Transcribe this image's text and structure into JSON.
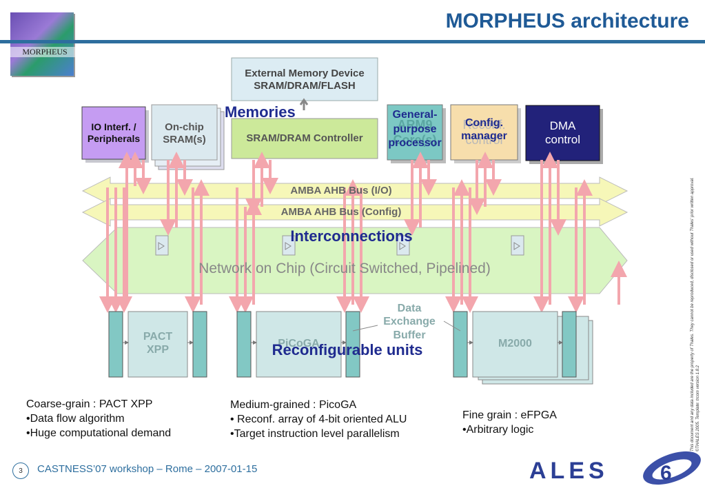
{
  "header": {
    "title": "MORPHEUS architecture",
    "logo_text": "MORPHEUS"
  },
  "memory": {
    "external_device": "External Memory Device",
    "external_types": "SRAM/DRAM/FLASH",
    "section_label": "Memories",
    "controller": "SRAM/DRAM Controller"
  },
  "blocks": {
    "io_line1": "IO Interf. /",
    "io_line2": "Peripherals",
    "sram_line1": "On-chip",
    "sram_line2": "SRAM(s)",
    "arm_bg_line1": "ARM9",
    "arm_bg_line2": "Core(s)",
    "gp_line1": "General-",
    "gp_line2": "purpose",
    "gp_line3": "processor",
    "reconf_bg_line1": "Reconf.",
    "reconf_bg_line2": "control",
    "config_line1": "Config.",
    "config_line2": "manager",
    "dma_line1": "DMA",
    "dma_line2": "control"
  },
  "buses": {
    "io_bus": "AMBA AHB Bus (I/O)",
    "config_bus": "AMBA AHB Bus (Config)",
    "interconnections": "Interconnections",
    "noc": "Network on Chip (Circuit Switched, Pipelined)"
  },
  "units": {
    "pact_line1": "PACT",
    "pact_line2": "XPP",
    "picoga": "PiCoGA",
    "m2000": "M2000",
    "deb_line1": "Data",
    "deb_line2": "Exchange",
    "deb_line3": "Buffer",
    "reconfigurable_label": "Reconfigurable units"
  },
  "captions": {
    "coarse": [
      "Coarse-grain : PACT XPP",
      "•Data flow algorithm",
      "•Huge computational demand"
    ],
    "medium": [
      "Medium-grained  : PicoGA",
      "• Reconf. array of 4-bit oriented ALU",
      "•Target instruction level parallelism"
    ],
    "fine": [
      "Fine grain : eFPGA",
      "•Arbitrary logic"
    ]
  },
  "footer": {
    "page_number": "3",
    "event": "CASTNESS’07 workshop – Rome – 2007-01-15",
    "company": "ALES"
  },
  "legal": {
    "line1": "This document and any data included are the property of Thales. They cannot be reproduced, disclosed or used without Thales' prior written approval.",
    "line2": "©THALES 2005. Template: trcom version 1.8.2"
  },
  "colors": {
    "title_blue": "#1f5a96",
    "arrow_pink": "#f3a6ad",
    "bus_yellow": "#f6f7b8",
    "noc_green": "#d9f5c2",
    "unit_teal": "#82c8c4",
    "io_purple": "#c59cf2",
    "dma_navy": "#22227a"
  }
}
